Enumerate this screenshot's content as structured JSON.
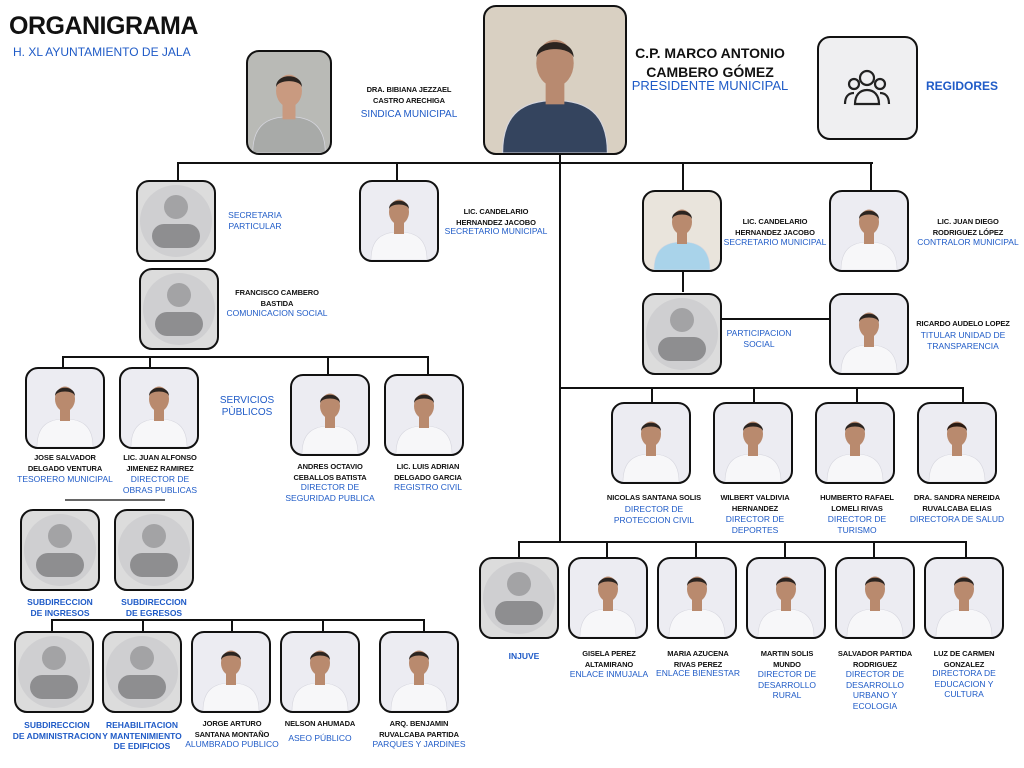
{
  "header": {
    "title": "ORGANIGRAMA",
    "subtitle": "H. XL AYUNTAMIENTO DE JALA"
  },
  "colors": {
    "accent": "#1f5bc7",
    "line": "#111111"
  },
  "president": {
    "name": "C.P. MARCO ANTONIO\nCAMBERO GÓMEZ",
    "title": "PRESIDENTE MUNICIPAL"
  },
  "sindica": {
    "name": "DRA. BIBIANA  JEZZAEL\nCASTRO ARECHIGA",
    "title": "SINDICA MUNICIPAL"
  },
  "regidores": {
    "title": "REGIDORES",
    "icon": "group-users-icon"
  },
  "left": {
    "secretaria_particular": {
      "title": "SECRETARIA\nPARTICULAR"
    },
    "comunicacion": {
      "name": "FRANCISCO CAMBERO\nBASTIDA",
      "title": "COMUNICACION SOCIAL"
    },
    "secretario": {
      "name": "LIC. CANDELARIO\nHERNANDEZ JACOBO",
      "title": "SECRETARIO MUNICIPAL"
    },
    "tesorero": {
      "name": "JOSE SALVADOR\nDELGADO VENTURA",
      "title": "TESORERO MUNICIPAL"
    },
    "obras": {
      "name": "LIC. JUAN ALFONSO\nJIMENEZ RAMIREZ",
      "title": "DIRECTOR DE\nOBRAS PUBLICAS"
    },
    "servicios": {
      "title": "SERVICIOS\nPÙBLICOS"
    },
    "seguridad": {
      "name": "ANDRES OCTAVIO\nCEBALLOS BATISTA",
      "title": "DIRECTOR DE\nSEGURIDAD PUBLICA"
    },
    "registro": {
      "name": "LIC. LUIS ADRIAN\nDELGADO GARCIA",
      "title": "REGISTRO CIVIL"
    },
    "ingresos": {
      "title": "SUBDIRECCION\nDE INGRESOS"
    },
    "egresos": {
      "title": "SUBDIRECCION\nDE EGRESOS"
    },
    "administracion": {
      "title": "SUBDIRECCION\nDE ADMINISTRACION"
    },
    "rehabilitacion": {
      "title": "REHABILITACION\nY MANTENIMIENTO\nDE EDIFICIOS"
    },
    "alumbrado": {
      "name": "JORGE ARTURO\nSANTANA MONTAÑO",
      "title": "ALUMBRADO PUBLICO"
    },
    "aseo": {
      "name": "NELSON  AHUMADA",
      "title": "ASEO PÚBLICO"
    },
    "parques": {
      "name": "ARQ. BENJAMIN\nRUVALCABA PARTIDA",
      "title": "PARQUES Y JARDINES"
    }
  },
  "right": {
    "secretario": {
      "name": "LIC. CANDELARIO\nHERNANDEZ JACOBO",
      "title": "SECRETARIO MUNICIPAL"
    },
    "contralor": {
      "name": "LIC. JUAN DIEGO\nRODRIGUEZ LÓPEZ",
      "title": "CONTRALOR MUNICIPAL"
    },
    "participacion": {
      "title": "PARTICIPACION\nSOCIAL"
    },
    "transparencia": {
      "name": "RICARDO AUDELO LOPEZ",
      "title": "TITULAR UNIDAD DE\nTRANSPARENCIA"
    },
    "proteccion": {
      "name": "NICOLAS SANTANA SOLIS",
      "title": "DIRECTOR DE\nPROTECCION CIVIL"
    },
    "deportes": {
      "name": "WILBERT VALDIVIA\nHERNANDEZ",
      "title": "DIRECTOR DE\nDEPORTES"
    },
    "turismo": {
      "name": "HUMBERTO RAFAEL\nLOMELI RIVAS",
      "title": "DIRECTOR DE\nTURISMO"
    },
    "salud": {
      "name": "DRA. SANDRA NEREIDA\nRUVALCABA ELIAS",
      "title": "DIRECTORA DE SALUD"
    },
    "injuve": {
      "title": "INJUVE"
    },
    "inmujala": {
      "name": "GISELA PEREZ\nALTAMIRANO",
      "title": "ENLACE INMUJALA"
    },
    "bienestar": {
      "name": "MARIA AZUCENA\nRIVAS  PEREZ",
      "title": "ENLACE BIENESTAR"
    },
    "rural": {
      "name": "MARTIN SOLIS\nMUNDO",
      "title": "DIRECTOR DE\nDESARROLLO\nRURAL"
    },
    "urbano": {
      "name": "SALVADOR  PARTIDA\nRODRIGUEZ",
      "title": "DIRECTOR DE\nDESARROLLO\nURBANO Y\nECOLOGIA"
    },
    "educacion": {
      "name": "LUZ DE CARMEN\nGONZALEZ",
      "title": "DIRECTORA DE\nEDUCACION Y\nCULTURA"
    }
  }
}
